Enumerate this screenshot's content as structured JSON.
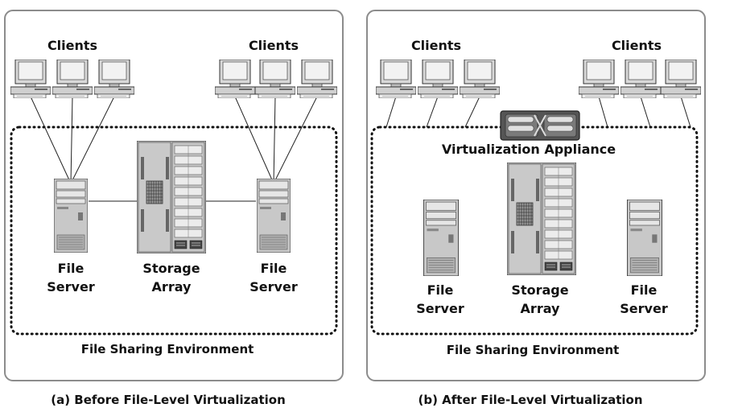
{
  "panel_a": {
    "clients_left": "Clients",
    "clients_right": "Clients",
    "file_server_left": [
      "File",
      "Server"
    ],
    "storage_array": [
      "Storage",
      "Array"
    ],
    "file_server_right": [
      "File",
      "Server"
    ],
    "environment": "File Sharing Environment",
    "caption": "(a) Before File-Level Virtualization"
  },
  "panel_b": {
    "clients_left": "Clients",
    "clients_right": "Clients",
    "appliance": "Virtualization Appliance",
    "file_server_left": [
      "File",
      "Server"
    ],
    "storage_array": [
      "Storage",
      "Array"
    ],
    "file_server_right": [
      "File",
      "Server"
    ],
    "environment": "File Sharing Environment",
    "caption": "(b) After File-Level Virtualization"
  },
  "icons": [
    "desktop-computer-icon",
    "file-server-tower-icon",
    "storage-array-icon",
    "virtualization-appliance-icon"
  ]
}
